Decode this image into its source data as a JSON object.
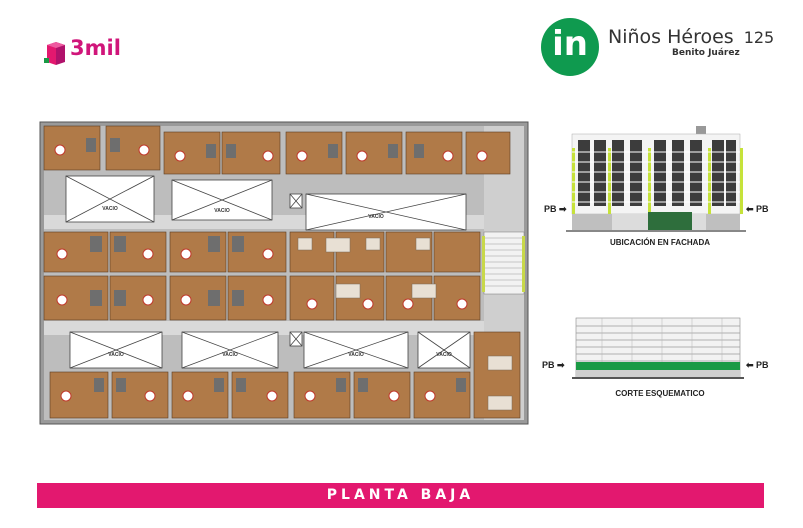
{
  "brand": {
    "name": "3mil",
    "magenta": "#d0157a",
    "green": "#0f9a4f"
  },
  "project": {
    "logo_letters": "in",
    "title": "Niños Héroes",
    "number": "125",
    "subtitle": "Benito Juárez"
  },
  "plan": {
    "void_label": "VACIO"
  },
  "fachada": {
    "caption": "UBICACIÓN EN FACHADA",
    "marker_left": "PB",
    "marker_right": "PB"
  },
  "corte": {
    "caption": "CORTE ESQUEMATICO",
    "marker_left": "PB",
    "marker_right": "PB"
  },
  "footer": {
    "title": "PLANTA BAJA"
  }
}
